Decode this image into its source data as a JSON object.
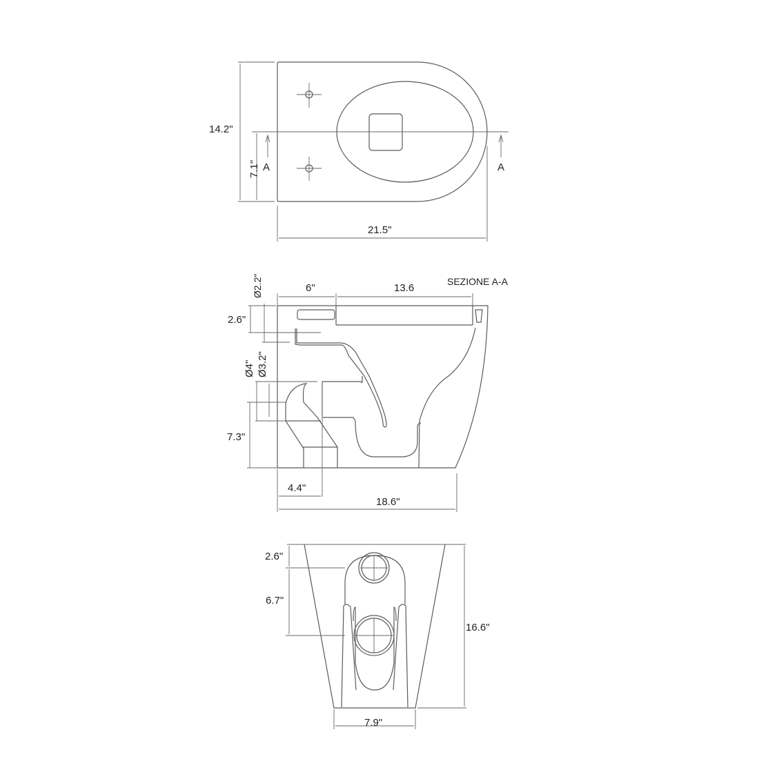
{
  "top_view": {
    "width_dim": "21.5\"",
    "depth_dim": "14.2\"",
    "half_depth_dim": "7.1\"",
    "section_mark_left": "A",
    "section_mark_right": "A"
  },
  "section_view": {
    "title": "SEZIONE A-A",
    "dim_inlet_offset": "6\"",
    "dim_bowl_length": "13.6",
    "dim_inlet_diameter": "Ø2.2\"",
    "dim_inlet_height": "2.6\"",
    "dim_outlet_outer": "Ø4\"",
    "dim_outlet_inner": "Ø3.2\"",
    "dim_outlet_height": "7.3\"",
    "dim_outlet_offset": "4.4\"",
    "dim_total_length": "18.6\""
  },
  "rear_view": {
    "dim_top_to_inlet": "2.6\"",
    "dim_inlet_to_outlet": "6.7\"",
    "dim_height": "16.6\"",
    "dim_base_width": "7.9\""
  }
}
